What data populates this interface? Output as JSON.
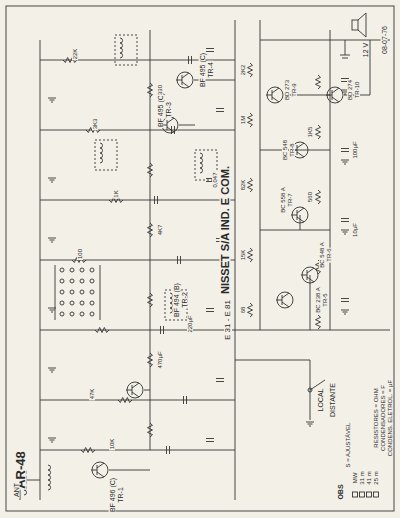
{
  "diagram": {
    "title": "AR-48",
    "labels": [
      "NISSET S/A IND. E COM.",
      "08-07-76",
      "E 31 - E 81",
      "ANT",
      "BF 496 (C)",
      "TR-1",
      "BF 494 (B)",
      "TR-2",
      "BF 495 (C)",
      "TR-3",
      "BF 495 (C)",
      "TR-4",
      "BC 238 A",
      "TR-5",
      "BC 548 A",
      "TR-6",
      "BC 558 A",
      "TR-7",
      "BC 548",
      "TR-8",
      "BD 273",
      "TR-9",
      "BD 274",
      "TR-10",
      "12 V",
      "LOCAL",
      "DISTANTE",
      "OBS",
      "S = AJUSTÁVEL",
      "MW",
      "31 m",
      "41 m",
      "25 m",
      "RESISTORES = OHM",
      "CONDENSADORES = F",
      "CONDENS. ELETROL. = μF",
      "22K",
      "3K3",
      "1K",
      "100",
      "220μF",
      "47K",
      "10K",
      "330",
      "0,047",
      "4K7",
      "470μF",
      "2K2",
      "1M",
      "82K",
      "15K",
      "100μF",
      "68",
      "1K5",
      "560",
      "10μF"
    ]
  }
}
